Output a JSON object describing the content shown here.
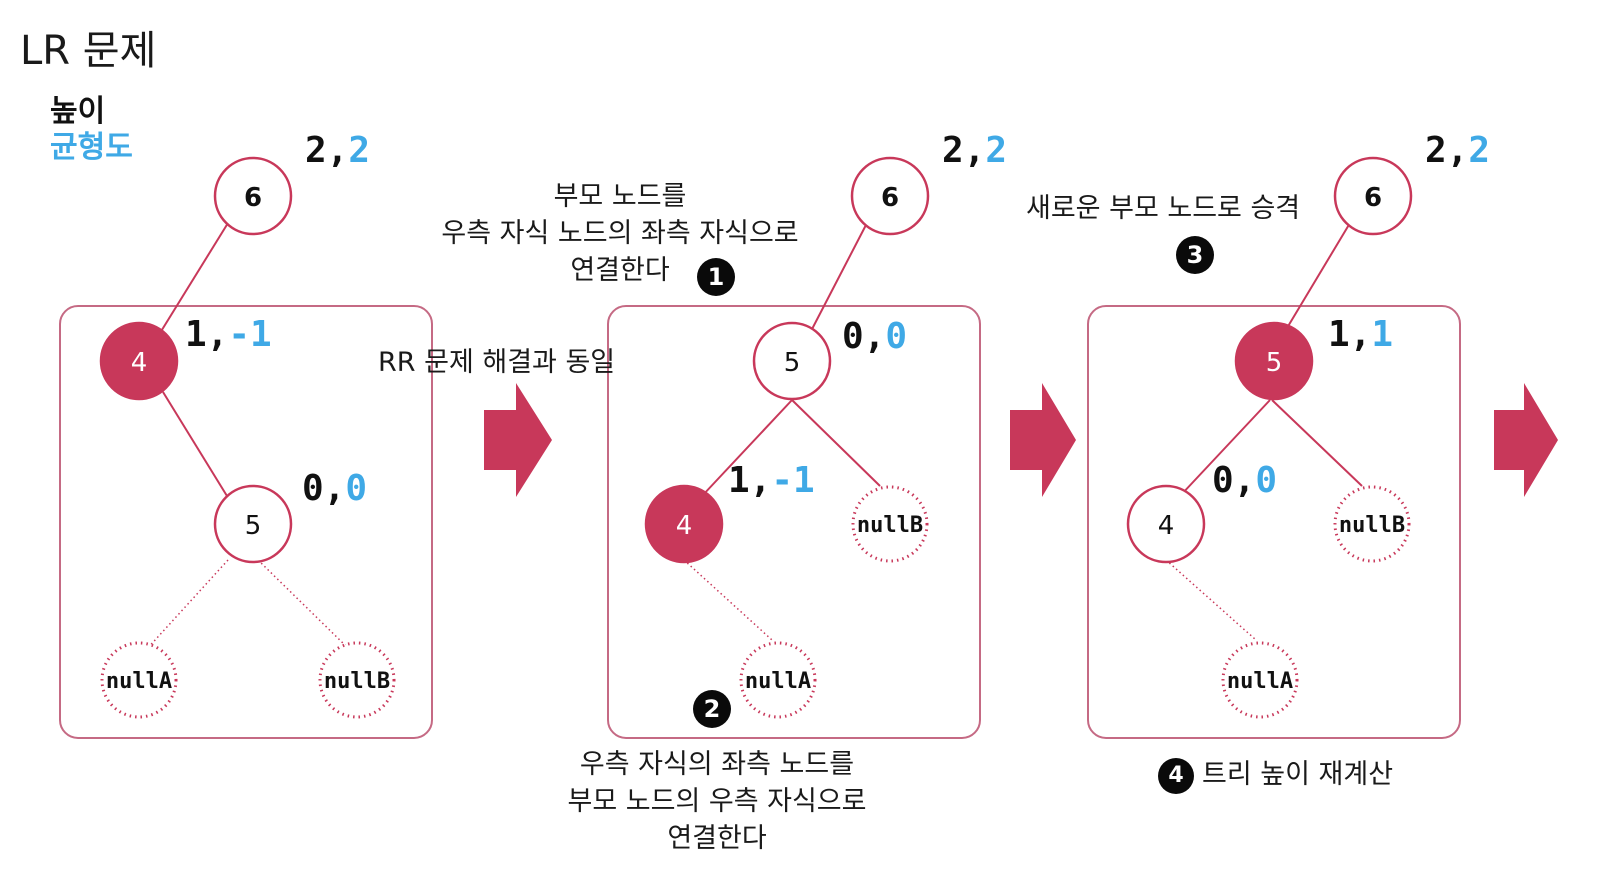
{
  "title": "LR 문제",
  "legend": {
    "height_label": "높이",
    "balance_label": "균형도"
  },
  "colors": {
    "accent": "#c8385a",
    "blue": "#3fa9e6",
    "box": "#c56a84"
  },
  "panel1": {
    "node6": {
      "label": "6",
      "height": "2,",
      "balance": "2"
    },
    "node4": {
      "label": "4",
      "height": "1,",
      "balance": "-1"
    },
    "node5": {
      "label": "5",
      "height": "0,",
      "balance": "0"
    },
    "nullA": "nullA",
    "nullB": "nullB"
  },
  "note_rr": "RR 문제 해결과 동일",
  "panel2": {
    "node6": {
      "label": "6",
      "height": "2,",
      "balance": "2"
    },
    "node5": {
      "label": "5",
      "height": "0,",
      "balance": "0"
    },
    "node4": {
      "label": "4",
      "height": "1,",
      "balance": "-1"
    },
    "nullB": "nullB",
    "nullA": "nullA"
  },
  "panel3": {
    "node6": {
      "label": "6",
      "height": "2,",
      "balance": "2"
    },
    "node5": {
      "label": "5",
      "height": "1,",
      "balance": "1"
    },
    "node4": {
      "label": "4",
      "height": "0,",
      "balance": "0"
    },
    "nullB": "nullB",
    "nullA": "nullA"
  },
  "steps": {
    "s1": {
      "num": "1",
      "text_lines": [
        "부모 노드를",
        "우측 자식 노드의 좌측 자식으로",
        "연결한다"
      ]
    },
    "s2": {
      "num": "2",
      "text_lines": [
        "우측 자식의 좌측 노드를",
        "부모 노드의 우측 자식으로",
        "연결한다"
      ]
    },
    "s3": {
      "num": "3",
      "text": "새로운 부모 노드로 승격"
    },
    "s4": {
      "num": "4",
      "text": "트리 높이 재계산"
    }
  }
}
